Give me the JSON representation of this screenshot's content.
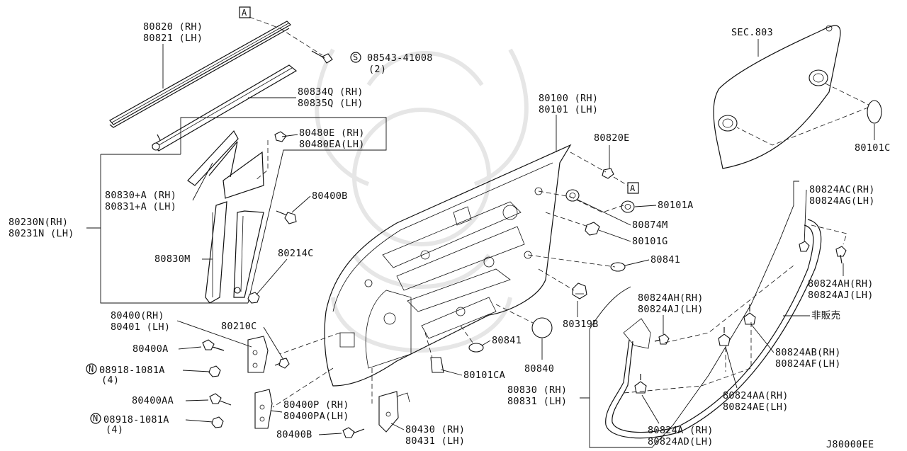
{
  "diagram_code": "J80000EE",
  "section_ref": "SEC.803",
  "ref_marker": "A",
  "not_sold": "非販売",
  "labels": {
    "p80820": "80820 (RH)",
    "p80821": "80821 (LH)",
    "s08543": "08543-41008",
    "s08543_qty": "(2)",
    "p80834q": "80834Q (RH)",
    "p80835q": "80835Q (LH)",
    "p80480e": "80480E (RH)",
    "p80480ea": "80480EA(LH)",
    "p80830a": "80830+A (RH)",
    "p80831a": "80831+A (LH)",
    "p80400b_top": "80400B",
    "p80230n": "80230N(RH)",
    "p80231n": "80231N (LH)",
    "p80830m": "80830M",
    "p80214c": "80214C",
    "p80400": "80400(RH)",
    "p80401": "80401 (LH)",
    "p80210c": "80210C",
    "p80400a": "80400A",
    "n08918_1": "08918-1081A",
    "n08918_1_qty": "(4)",
    "p80400aa": "80400AA",
    "p80400p": "80400P  (RH)",
    "p80400pa": "80400PA(LH)",
    "n08918_2": "08918-1081A",
    "n08918_2_qty": "(4)",
    "p80400b_bot": "80400B",
    "p80430": "80430 (RH)",
    "p80431": "80431 (LH)",
    "p80100": "80100 (RH)",
    "p80101": "80101 (LH)",
    "p80820e": "80820E",
    "p80101a": "80101A",
    "p80874m": "80874M",
    "p80101g": "80101G",
    "p80841_a": "80841",
    "p80319b": "80319B",
    "p80841_b": "80841",
    "p80840": "80840",
    "p80101ca": "80101CA",
    "p80830b": "80830 (RH)",
    "p80831b": "80831 (LH)",
    "p80101c": "80101C",
    "p80824ac": "80824AC(RH)",
    "p80824ag": "80824AG(LH)",
    "p80824ah1": "80824AH(RH)",
    "p80824aj1": "80824AJ(LH)",
    "p80824ah2": "80824AH(RH)",
    "p80824aj2": "80824AJ(LH)",
    "p80824ab": "80824AB(RH)",
    "p80824af": "80824AF(LH)",
    "p80824aa": "80824AA(RH)",
    "p80824ae": "80824AE(LH)",
    "p80824a": "80824A  (RH)",
    "p80824ad": "80824AD(LH)"
  }
}
